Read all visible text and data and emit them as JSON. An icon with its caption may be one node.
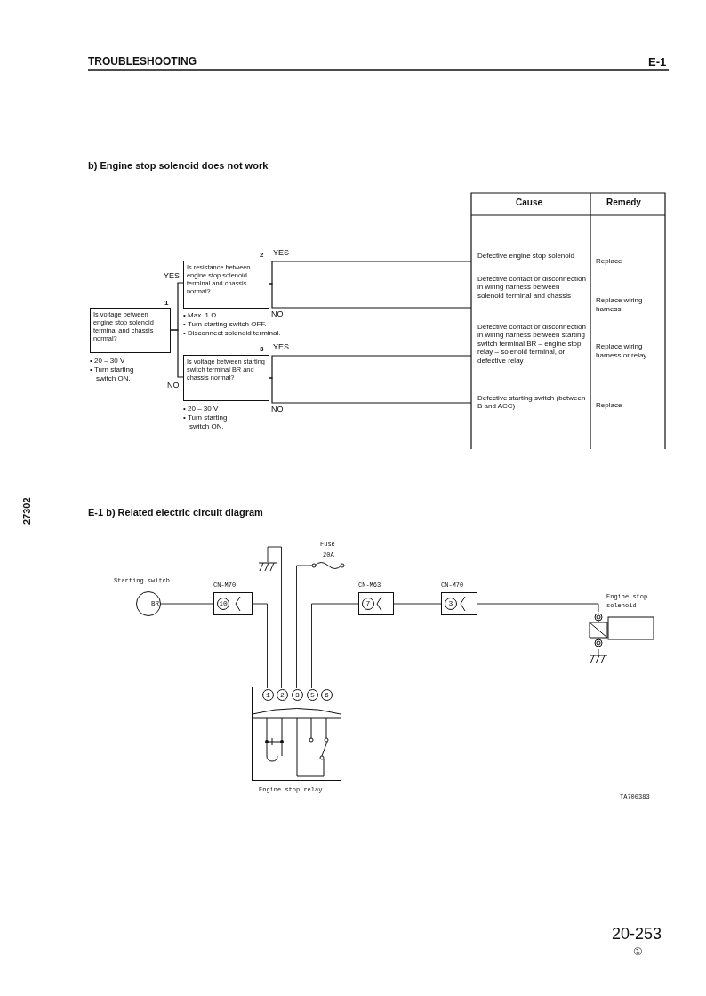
{
  "diagram": {
    "nodes": [
      {
        "text": [
          "Is voltage between engine stop solenoid terminal and chassis normal?"
        ],
        "beside": [
          "1",
          "• 20 – 30 V",
          "• Turn starting switch ON."
        ]
      },
      {
        "text": [
          "Is resistance between engine stop solenoid terminal and chassis normal?"
        ],
        "beside": [
          "2",
          "• Max. 1 Ω",
          "• Turn starting switch OFF.",
          "• Disconnect solenoid terminal."
        ]
      },
      {
        "text": [
          "Is voltage between starting switch terminal BR and chassis normal?"
        ],
        "beside": [
          "3",
          "• 20 – 30 V",
          "• Turn starting switch ON."
        ]
      },
      {
        "text": [
          "Defective engine stop solenoid"
        ]
      },
      {
        "text": [
          "Defective contact or disconnection in wiring harness between solenoid terminal and chassis"
        ]
      },
      {
        "text": [
          "Defective contact or disconnection in wiring harness between starting switch terminal BR – engine stop relay – solenoid terminal, or defective relay"
        ]
      },
      {
        "text": [
          "Defective starting switch (between B and ACC)"
        ]
      },
      {
        "text": [
          "BR"
        ],
        "beside": [
          "Starting switch"
        ]
      },
      {
        "text": [
          "10"
        ],
        "beside": [
          "CN-M70"
        ]
      },
      {
        "text": [],
        "shape": "box",
        "beside": [
          "Engine stop relay"
        ]
      },
      {
        "text": [
          "1"
        ],
        "in": 9
      },
      {
        "text": [
          "2"
        ],
        "in": 9
      },
      {
        "text": [
          "3"
        ],
        "in": 9
      },
      {
        "text": [
          "5"
        ],
        "in": 9
      },
      {
        "text": [
          "6"
        ],
        "in": 9
      },
      {
        "text": [],
        "shape": "fuse",
        "beside": [
          "Fuse",
          "20A"
        ]
      },
      {
        "text": [],
        "shape": "ground"
      },
      {
        "text": [
          "7"
        ],
        "beside": [
          "CN-M63"
        ]
      },
      {
        "text": [
          "3"
        ],
        "beside": [
          "CN-M70"
        ]
      },
      {
        "text": [],
        "shape": "solenoid",
        "beside": [
          "Engine stop solenoid"
        ]
      },
      {
        "text": [],
        "shape": "ground"
      }
    ],
    "edges": [
      {
        "from": 0,
        "to": 1,
        "arrow": "none",
        "label": "YES"
      },
      {
        "from": 0,
        "to": 2,
        "arrow": "none",
        "label": "NO"
      },
      {
        "from": 1,
        "to": 3,
        "arrow": "none",
        "label": "YES"
      },
      {
        "from": 1,
        "to": 4,
        "arrow": "none",
        "label": "NO"
      },
      {
        "from": 2,
        "to": 5,
        "arrow": "none",
        "label": "YES"
      },
      {
        "from": 2,
        "to": 6,
        "arrow": "none",
        "label": "NO"
      },
      {
        "from": 7,
        "to": 8,
        "arrow": "none"
      },
      {
        "from": 8,
        "to": 10,
        "arrow": "none"
      },
      {
        "from": 11,
        "to": 16,
        "arrow": "none"
      },
      {
        "from": 12,
        "to": 15,
        "arrow": "none"
      },
      {
        "from": 13,
        "to": 17,
        "arrow": "none"
      },
      {
        "from": 17,
        "to": 18,
        "arrow": "none"
      },
      {
        "from": 18,
        "to": 19,
        "arrow": "none"
      },
      {
        "from": 19,
        "to": 20,
        "arrow": "none"
      }
    ],
    "labels": [
      "TROUBLESHOOTING",
      "E-1",
      "b) Engine stop solenoid does not work",
      "Cause",
      "Remedy",
      "Replace",
      "Replace wiring harness",
      "Replace wiring harness or relay",
      "Replace",
      "27302",
      "E-1 b) Related electric circuit diagram",
      "TA700383",
      "20-253",
      "①"
    ]
  }
}
